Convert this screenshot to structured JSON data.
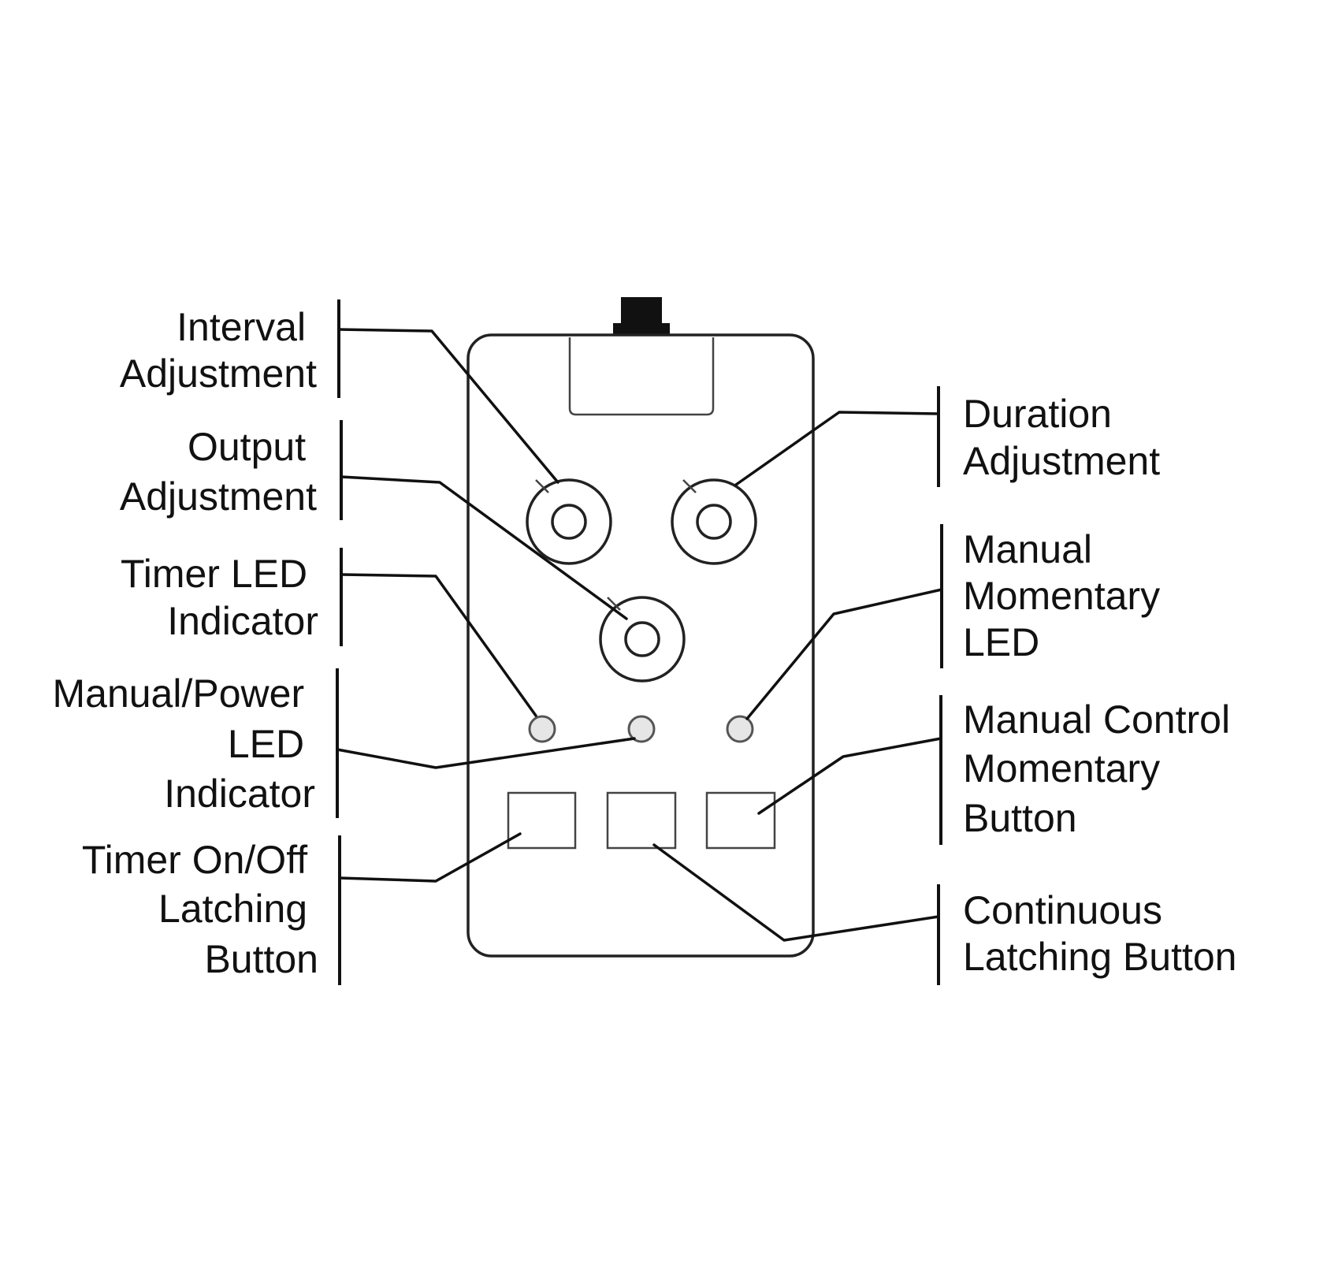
{
  "labels": {
    "interval": [
      "Interval",
      "Adjustment"
    ],
    "output": [
      "Output",
      "Adjustment"
    ],
    "timer_led": [
      "Timer LED",
      "Indicator"
    ],
    "manual_power_led": [
      "Manual/Power",
      "LED",
      "Indicator"
    ],
    "timer_button": [
      "Timer On/Off",
      "Latching",
      "Button"
    ],
    "duration": [
      "Duration",
      "Adjustment"
    ],
    "manual_momentary_led": [
      "Manual",
      "Momentary",
      "LED"
    ],
    "manual_control_button": [
      "Manual Control",
      "Momentary",
      "Button"
    ],
    "continuous_button": [
      "Continuous",
      "Latching Button"
    ]
  },
  "colors": {
    "ink": "#111111",
    "device_outline": "#222222",
    "led_fill": "#e6e6e6",
    "background": "#ffffff"
  }
}
